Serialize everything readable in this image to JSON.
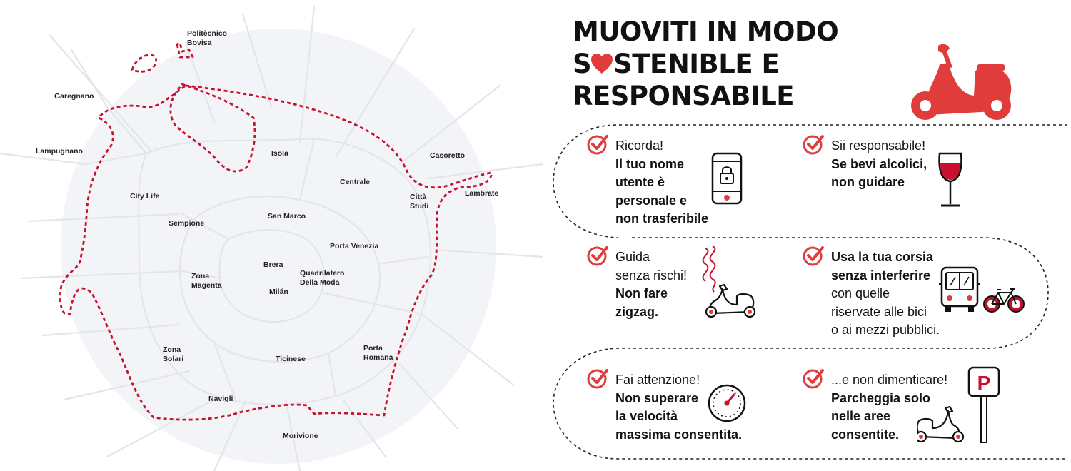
{
  "map": {
    "districts": {
      "politecnico": [
        "Politècnico",
        "Bovisa"
      ],
      "garegnano": "Garegnano",
      "lampugnano": "Lampugnano",
      "isola": "Isola",
      "casoretto": "Casoretto",
      "centrale": "Centrale",
      "citta_studi": [
        "Città",
        "Studi"
      ],
      "lambrate": "Lambrate",
      "city_life": "City Life",
      "sempione": "Sempione",
      "san_marco": "San Marco",
      "porta_venezia": "Porta Venezia",
      "brera": "Brera",
      "zona_magenta": [
        "Zona",
        "Magenta"
      ],
      "quadrilatero": [
        "Quadrilatero",
        "Della Moda"
      ],
      "milan": "Milán",
      "zona_solari": [
        "Zona",
        "Solari"
      ],
      "ticinese": "Ticinese",
      "porta_romana": [
        "Porta",
        "Romana"
      ],
      "navigli": "Navigli",
      "morivione": "Morivione"
    },
    "colors": {
      "boundary": "#c8102e",
      "roads": "#e4e6ea",
      "background_disc": "#f3f4f7"
    }
  },
  "title": {
    "line1": "MUOVITI IN MODO",
    "line2_pre": "S",
    "line2_post": "STENIBLE E",
    "line3": "RESPONSABILE"
  },
  "tips": {
    "t1": {
      "intro": "Ricorda!",
      "bold": [
        "Il tuo nome",
        "utente è",
        "personale e",
        "non trasferibile"
      ]
    },
    "t2": {
      "intro": "Sii responsabile!",
      "bold": [
        "Se bevi alcolici,",
        "non guidare"
      ]
    },
    "t3": {
      "intro": [
        "Guida",
        "senza rischi!"
      ],
      "bold": [
        "Non fare",
        "zigzag."
      ]
    },
    "t4": {
      "bold": [
        "Usa la tua corsia",
        "senza interferire"
      ],
      "rest": [
        "con quelle",
        "riservate alle bici",
        "o ai mezzi pubblici."
      ]
    },
    "t5": {
      "intro": "Fai attenzione!",
      "bold": [
        "Non superare",
        "la velocità",
        "massima consentita."
      ]
    },
    "t6": {
      "intro": "...e non dimenticare!",
      "bold": [
        "Parcheggia solo",
        "nelle aree",
        "consentite."
      ]
    }
  },
  "icons": [
    "heart-icon",
    "scooter-icon",
    "check-icon",
    "phone-lock-icon",
    "wine-glass-icon",
    "zigzag-scooter-icon",
    "bus-icon",
    "bicycle-icon",
    "speedometer-icon",
    "parking-sign-icon"
  ],
  "parking_sign_letter": "P",
  "accent_color": "#e03c3c"
}
